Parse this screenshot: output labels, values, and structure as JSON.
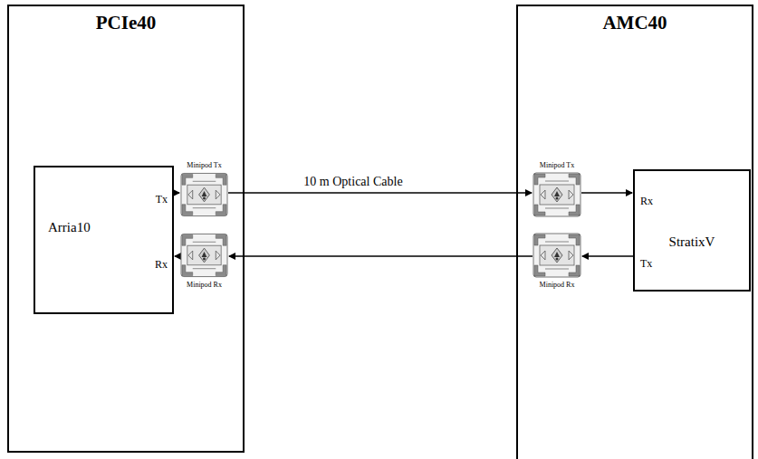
{
  "diagram": {
    "nodes": [
      {
        "text": [
          "PCIe40"
        ]
      },
      {
        "text": [
          "Arria10",
          "Tx",
          "Rx"
        ],
        "in": 0
      },
      {
        "text": [
          "Minipod Tx"
        ],
        "in": 0
      },
      {
        "text": [
          "Minipod Rx"
        ],
        "in": 0
      },
      {
        "text": [
          "AMC40"
        ]
      },
      {
        "text": [
          "Minipod Tx"
        ],
        "in": 4
      },
      {
        "text": [
          "Minipod Rx"
        ],
        "in": 4
      },
      {
        "text": [
          "StratixV",
          "Rx",
          "Tx"
        ],
        "in": 4
      }
    ],
    "edges": [
      {
        "from": 1,
        "to": 2,
        "arrow": "to"
      },
      {
        "from": 2,
        "to": 5,
        "label": "10 m Optical Cable",
        "arrow": "to"
      },
      {
        "from": 5,
        "to": 7,
        "arrow": "to"
      },
      {
        "from": 7,
        "to": 6,
        "arrow": "to"
      },
      {
        "from": 6,
        "to": 3,
        "arrow": "to"
      },
      {
        "from": 3,
        "to": 1,
        "arrow": "to"
      }
    ]
  }
}
